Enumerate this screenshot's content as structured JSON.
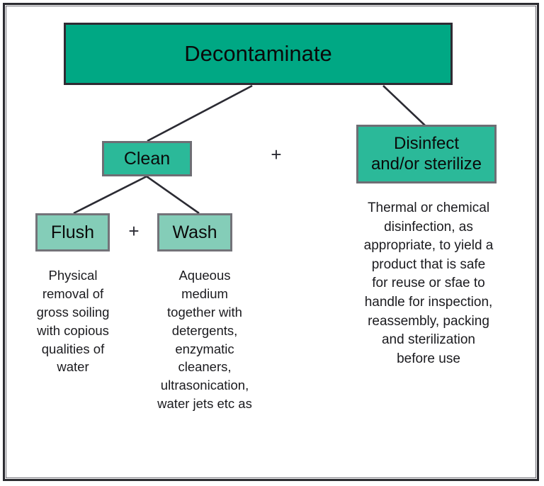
{
  "diagram": {
    "title_node": {
      "label": "Decontaminate",
      "color": "#00a884"
    },
    "branches": [
      {
        "id": "clean",
        "label": "Clean",
        "color": "#2bb999",
        "children": [
          {
            "id": "flush",
            "label": "Flush",
            "color": "#84cdb8",
            "description": "Physical\nremoval of\ngross soiling\nwith copious\nqualities of\nwater"
          },
          {
            "id": "wash",
            "label": "Wash",
            "color": "#84cdb8",
            "description": "Aqueous\nmedium\ntogether with\ndetergents,\nenzymatic\ncleaners,\nultrasonication,\nwater jets etc as"
          }
        ]
      },
      {
        "id": "disinfect",
        "label_line1": "Disinfect",
        "label_line2": "and/or sterilize",
        "color": "#2bb999",
        "description": "Thermal or chemical\ndisinfection, as\nappropriate, to yield a\nproduct that is safe\nfor reuse or sfae to\nhandle for inspection,\nreassembly, packing\nand sterilization\nbefore use"
      }
    ],
    "operators": {
      "between_clean_and_disinfect": "+",
      "between_flush_and_wash": "+"
    },
    "colors": {
      "level1_fill": "#00a884",
      "level2_fill": "#2bb999",
      "level3_fill": "#84cdb8",
      "connector_stroke": "#2b2b33",
      "frame_stroke": "#2b2b30",
      "text": "#0a0a0a",
      "background": "#ffffff"
    }
  }
}
